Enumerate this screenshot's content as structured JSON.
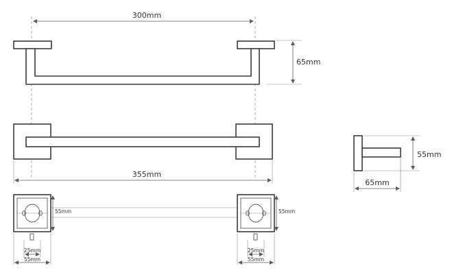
{
  "dimensions": {
    "center_spacing": "300mm",
    "projection": "65mm",
    "overall_length": "355mm",
    "base_height": "55mm",
    "side_projection": "65mm",
    "base_plate_height": "55mm",
    "hole_spacing": "25mm",
    "base_width": "55mm"
  }
}
